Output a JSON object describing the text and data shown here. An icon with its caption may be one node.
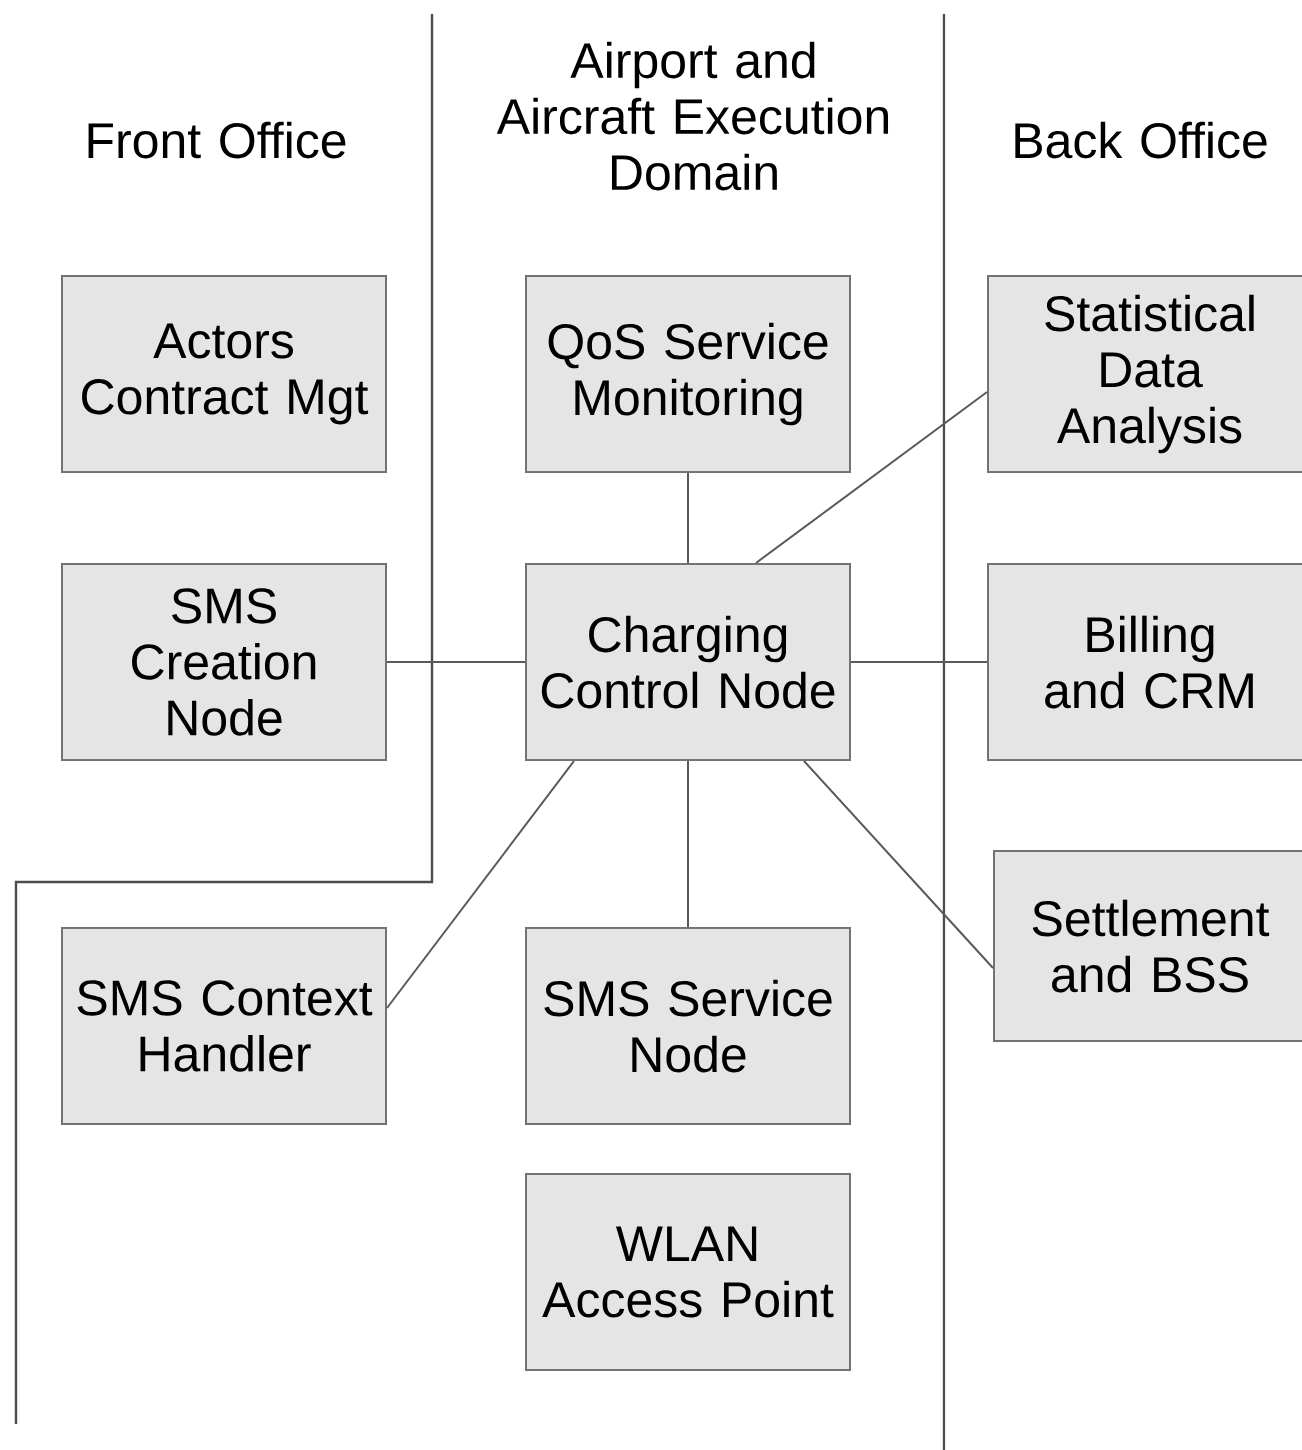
{
  "diagram": {
    "nodes": [
      {
        "text": [
          "Actors Contract Mgt"
        ]
      },
      {
        "text": [
          "QoS Service Monitoring"
        ]
      },
      {
        "text": [
          "Statistical Data Analysis"
        ]
      },
      {
        "text": [
          "SMS Creation Node"
        ]
      },
      {
        "text": [
          "Charging Control Node"
        ]
      },
      {
        "text": [
          "Billing and CRM"
        ]
      },
      {
        "text": [
          "Settlement and BSS"
        ]
      },
      {
        "text": [
          "SMS Context Handler"
        ]
      },
      {
        "text": [
          "SMS Service Node"
        ]
      },
      {
        "text": [
          "WLAN Access Point"
        ]
      }
    ],
    "edges": [
      {
        "from": 1,
        "to": 4,
        "arrow": "none"
      },
      {
        "from": 4,
        "to": 2,
        "arrow": "none"
      },
      {
        "from": 3,
        "to": 4,
        "arrow": "none"
      },
      {
        "from": 4,
        "to": 5,
        "arrow": "none"
      },
      {
        "from": 4,
        "to": 7,
        "arrow": "none"
      },
      {
        "from": 4,
        "to": 8,
        "arrow": "none"
      },
      {
        "from": 4,
        "to": 6,
        "arrow": "none"
      }
    ],
    "labels": [
      "Front Office",
      "Airport and Aircraft Execution Domain",
      "Back Office"
    ]
  }
}
